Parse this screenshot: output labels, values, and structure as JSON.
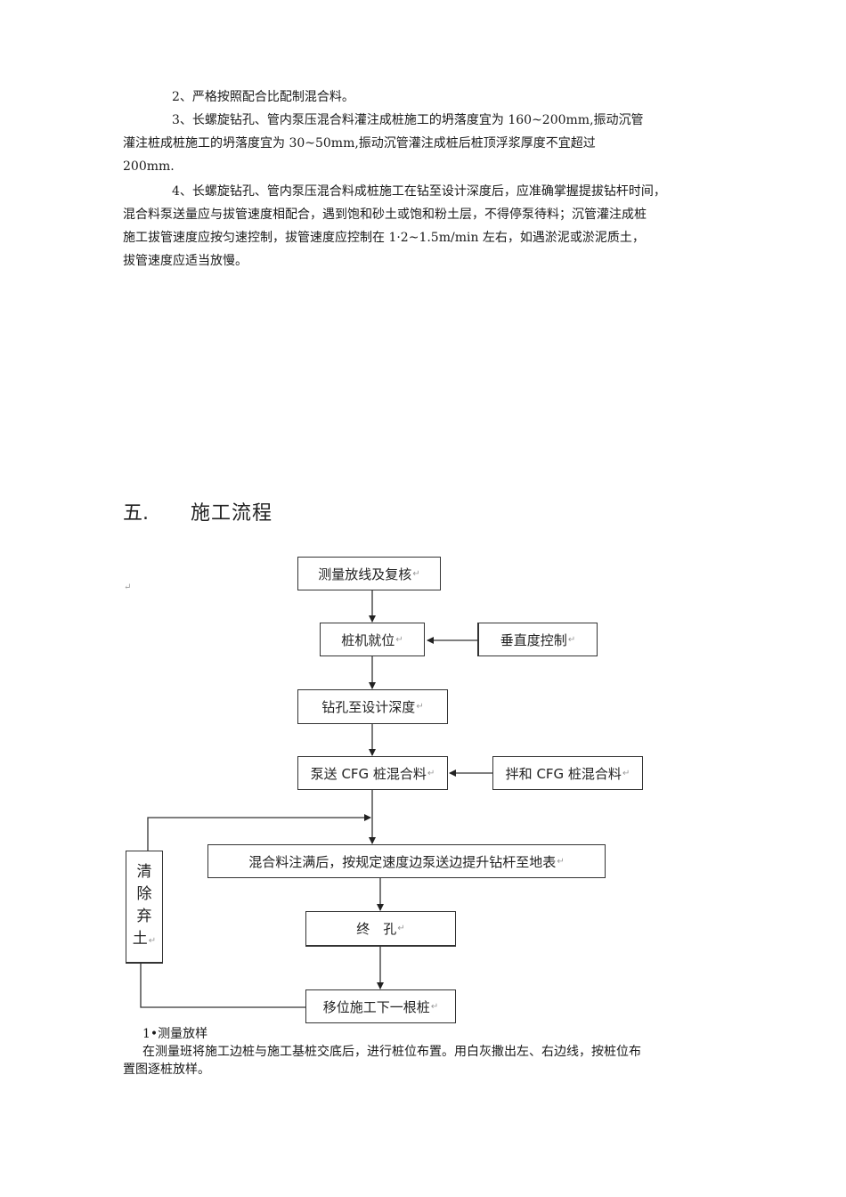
{
  "paragraphs": {
    "item2": "2、严格按照配合比配制混合料。",
    "item3_line1": "3、长螺旋钻孔、管内泵压混合料灌注成桩施工的坍落度宜为 160~200mm,振动沉管",
    "item3_line2": "灌注桩成桩施工的坍落度宜为 30~50mm,振动沉管灌注成桩后桩顶浮浆厚度不宜超过",
    "item3_line3": "200mm.",
    "item4_line1": "4、长螺旋钻孔、管内泵压混合料成桩施工在钻至设计深度后，应准确掌握提拔钻杆时间，",
    "item4_line2": "混合料泵送量应与拔管速度相配合，遇到饱和砂土或饱和粉土层，不得停泵待料；沉管灌注成桩",
    "item4_line3": "施工拔管速度应按匀速控制，拔管速度应控制在 1·2~1.5m/min 左右，如遇淤泥或淤泥质土，",
    "item4_line4": "拔管速度应适当放慢。"
  },
  "section": {
    "number": "五.",
    "title": "施工流程"
  },
  "flowchart": {
    "return_mark": "↵",
    "steps": {
      "survey": "测量放线及复核",
      "position": "桩机就位",
      "verticality": "垂直度控制",
      "drill": "钻孔至设计深度",
      "pump": "泵送 CFG 桩混合料",
      "mix": "拌和 CFG 桩混合料",
      "lift": "混合料注满后，按规定速度边泵送边提升钻杆至地表",
      "end": "终　孔",
      "move": "移位施工下一根桩",
      "clear_chars": [
        "清",
        "除",
        "弃",
        "土"
      ]
    }
  },
  "subsection": {
    "title": "1•测量放样",
    "body_line1": "在测量班将施工边桩与施工基桩交底后，进行桩位布置。用白灰撒出左、右边线，按桩位布",
    "body_line2": "置图逐桩放样。"
  }
}
